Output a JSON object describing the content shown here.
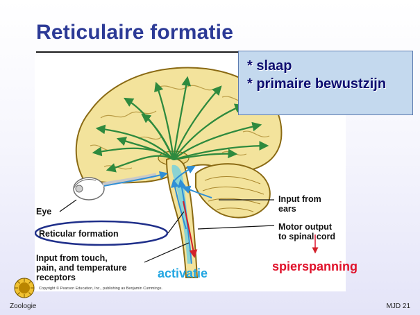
{
  "slide": {
    "title": "Reticulaire formatie",
    "callout": [
      "* slaap",
      "* primaire bewustzijn"
    ],
    "footer_left": "Zoologie",
    "footer_right": "MJD  21"
  },
  "figure": {
    "labels": {
      "eye": "Eye",
      "reticular_formation": "Reticular formation",
      "touch_line1": "Input from touch,",
      "touch_line2": "pain, and temperature",
      "touch_line3": "receptors",
      "ears_line1": "Input from",
      "ears_line2": "ears",
      "motor_line1": "Motor output",
      "motor_line2": "to spinal cord"
    },
    "activation_label": "activatie",
    "muscle_label": "spierspanning",
    "copyright": "Copyright © Pearson Education, Inc., publishing as Benjamin Cummings."
  },
  "colors": {
    "title": "#2c3a96",
    "brain": "#f3e39c",
    "brain_outline": "#8a6a14",
    "arrows": "#2e8a3e",
    "pathway": "#2f8fd6",
    "activation": "#22a6e2",
    "muscle": "#e0112a",
    "callout_bg": "#c4d9ee",
    "highlight_ellipse": "#1f2f8a"
  },
  "icons": [
    "sun-seal-logo",
    "eye-icon"
  ]
}
